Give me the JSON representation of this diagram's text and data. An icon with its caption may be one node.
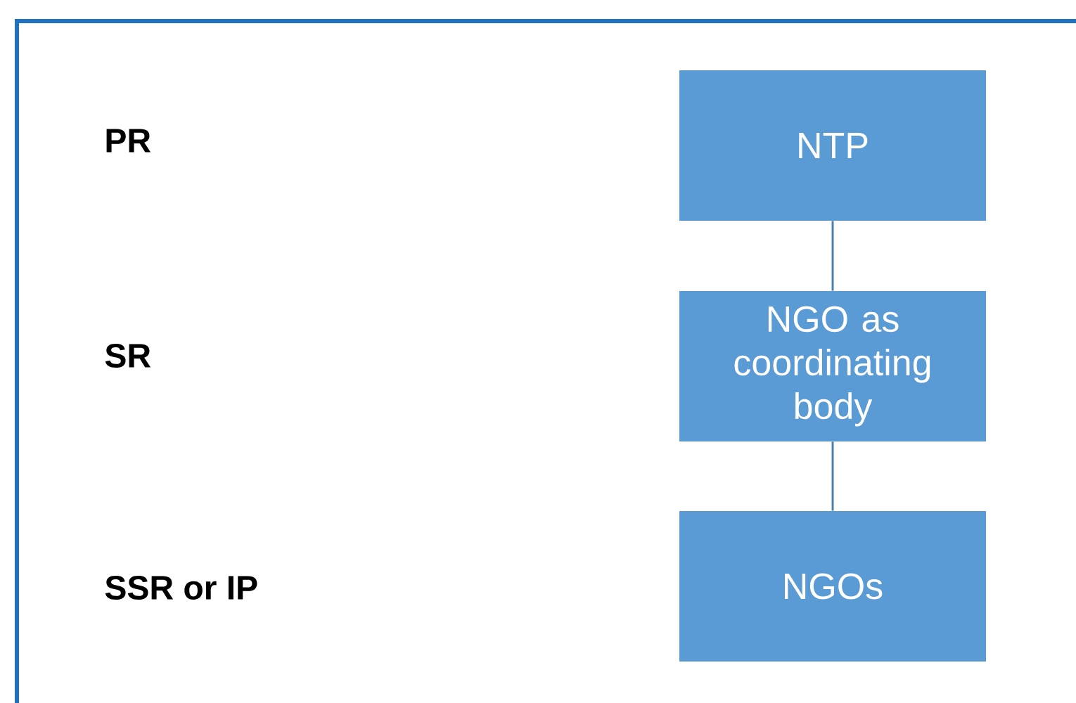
{
  "diagram": {
    "nodes": [
      {
        "text": [
          "NTP"
        ]
      },
      {
        "text": [
          "NGO as coordinating body"
        ]
      },
      {
        "text": [
          "NGOs"
        ]
      }
    ],
    "edges": [
      {
        "from": 0,
        "to": 1,
        "arrow": "none"
      },
      {
        "from": 1,
        "to": 2,
        "arrow": "none"
      }
    ],
    "labels": [
      "PR",
      "SR",
      "SSR or IP"
    ]
  }
}
